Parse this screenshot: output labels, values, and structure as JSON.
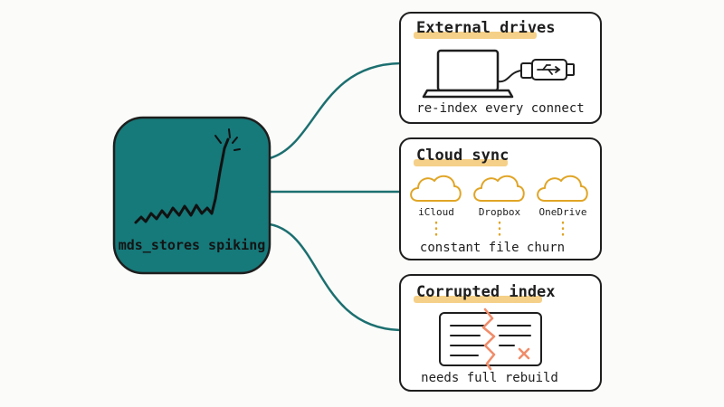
{
  "center": {
    "label": "mds_stores spiking"
  },
  "causes": [
    {
      "title": "External drives",
      "caption": "re-index every connect"
    },
    {
      "title": "Cloud sync",
      "caption": "constant file churn",
      "services": [
        "iCloud",
        "Dropbox",
        "OneDrive"
      ]
    },
    {
      "title": "Corrupted index",
      "caption": "needs full rebuild"
    }
  ],
  "colors": {
    "center_fill": "#16797a",
    "connector": "#1c6f70",
    "highlight": "#f3c873",
    "cloud_stroke": "#e0a526",
    "crack": "#f08c6a",
    "outline": "#1e1e1e"
  },
  "icons": [
    "spike-chart-icon",
    "laptop-icon",
    "usb-drive-icon",
    "cloud-icon",
    "document-icon",
    "crack-icon",
    "error-x-icon"
  ]
}
